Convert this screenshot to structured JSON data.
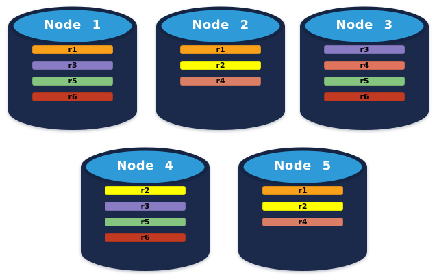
{
  "colors": {
    "background": "#FFFFFF",
    "cylinder_body": "#1B2A4A",
    "cylinder_top": "#2E9AD7",
    "cylinder_outline": "#152442",
    "node_label_text": "#FFFFFF",
    "record_text": "#000000",
    "record_r1": "#F9A11B",
    "record_r2": "#FFFF00",
    "record_r3": "#8A7CC4",
    "record_r4": "#DB7E66",
    "record_r5": "#85C57F",
    "record_r6": "#C13A21"
  },
  "nodes": [
    {
      "name": "Node 1",
      "records": [
        {
          "label": "r1",
          "color": "#F9A11B"
        },
        {
          "label": "r3",
          "color": "#8A7CC4"
        },
        {
          "label": "r5",
          "color": "#85C57F"
        },
        {
          "label": "r6",
          "color": "#C13A21"
        }
      ]
    },
    {
      "name": "Node 2",
      "records": [
        {
          "label": "r1",
          "color": "#F9A11B"
        },
        {
          "label": "r2",
          "color": "#FFFF00"
        },
        {
          "label": "r4",
          "color": "#DB7E66"
        }
      ]
    },
    {
      "name": "Node 3",
      "records": [
        {
          "label": "r3",
          "color": "#8A7CC4"
        },
        {
          "label": "r4",
          "color": "#E0745C"
        },
        {
          "label": "r5",
          "color": "#85C57F"
        },
        {
          "label": "r6",
          "color": "#C13A21"
        }
      ]
    },
    {
      "name": "Node 4",
      "records": [
        {
          "label": "r2",
          "color": "#FFFF00"
        },
        {
          "label": "r3",
          "color": "#8A7CC4"
        },
        {
          "label": "r5",
          "color": "#85C57F"
        },
        {
          "label": "r6",
          "color": "#C13A21"
        }
      ]
    },
    {
      "name": "Node 5",
      "records": [
        {
          "label": "r1",
          "color": "#F9A11B"
        },
        {
          "label": "r2",
          "color": "#FFFF00"
        },
        {
          "label": "r4",
          "color": "#DB7E66"
        }
      ]
    }
  ]
}
